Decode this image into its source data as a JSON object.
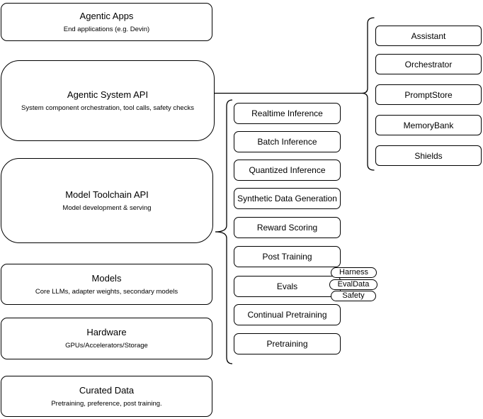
{
  "diagram": {
    "left_stack": [
      {
        "title": "Agentic Apps",
        "subtitle": "End applications (e.g. Devin)"
      },
      {
        "title": "Agentic System API",
        "subtitle": "System component orchestration, tool calls, safety checks"
      },
      {
        "title": "Model Toolchain API",
        "subtitle": "Model development & serving"
      },
      {
        "title": "Models",
        "subtitle": "Core LLMs, adapter weights, secondary models"
      },
      {
        "title": "Hardware",
        "subtitle": "GPUs/Accelerators/Storage"
      },
      {
        "title": "Curated Data",
        "subtitle": "Pretraining, preference, post training."
      }
    ],
    "toolchain_items": [
      "Realtime Inference",
      "Batch Inference",
      "Quantized Inference",
      "Synthetic Data Generation",
      "Reward Scoring",
      "Post Training",
      "Evals",
      "Continual Pretraining",
      "Pretraining"
    ],
    "evals_tags": [
      "Harness",
      "EvalData",
      "Safety"
    ],
    "system_components": [
      "Assistant",
      "Orchestrator",
      "PromptStore",
      "MemoryBank",
      "Shields"
    ],
    "colors": {
      "stroke": "#000000",
      "fill": "#ffffff",
      "background": "#ffffff",
      "text": "#000000"
    }
  }
}
